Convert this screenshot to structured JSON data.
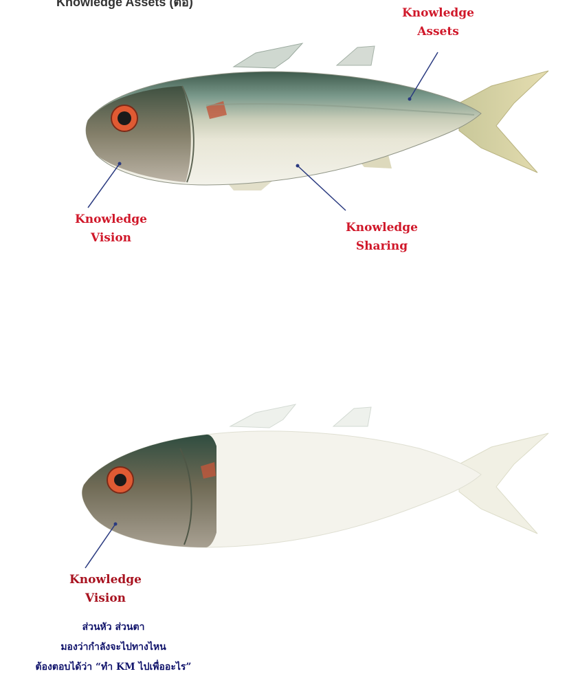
{
  "title": "Knowledge Assets (ต่อ)",
  "diagram_top": {
    "labels": {
      "assets": {
        "line1": "Knowledge",
        "line2": "Assets"
      },
      "vision": {
        "line1": "Knowledge",
        "line2": "Vision"
      },
      "sharing": {
        "line1": "Knowledge",
        "line2": "Sharing"
      }
    }
  },
  "diagram_bottom": {
    "label": {
      "line1": "Knowledge",
      "line2": "Vision"
    },
    "description": [
      "ส่วนหัว ส่วนตา",
      "มองว่ากำลังจะไปทางไหน",
      "ต้องตอบได้ว่า “ทำ KM ไปเพื่ออะไร”"
    ]
  },
  "colors": {
    "label_red": "#d0182a",
    "leader_line": "#2a3a80",
    "description_navy": "#10136b"
  }
}
